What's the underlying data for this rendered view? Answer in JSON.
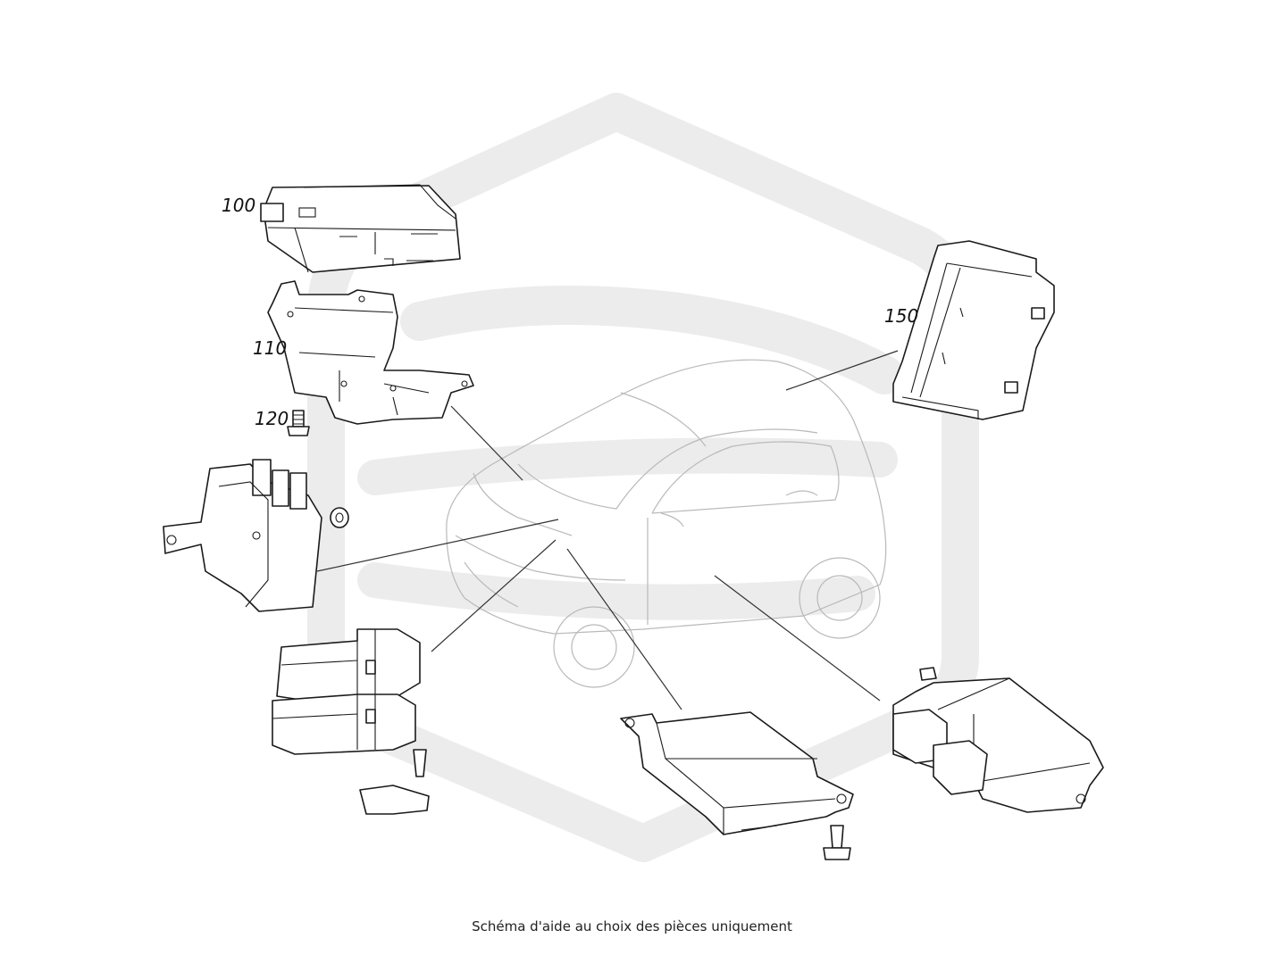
{
  "labels": {
    "p100": "100",
    "p110": "110",
    "p120": "120",
    "p150": "150"
  },
  "caption": "Schéma d'aide au choix des pièces uniquement",
  "colors": {
    "watermark": "#ececec",
    "line": "#1a1a1a",
    "car": "#b9b9b9"
  }
}
